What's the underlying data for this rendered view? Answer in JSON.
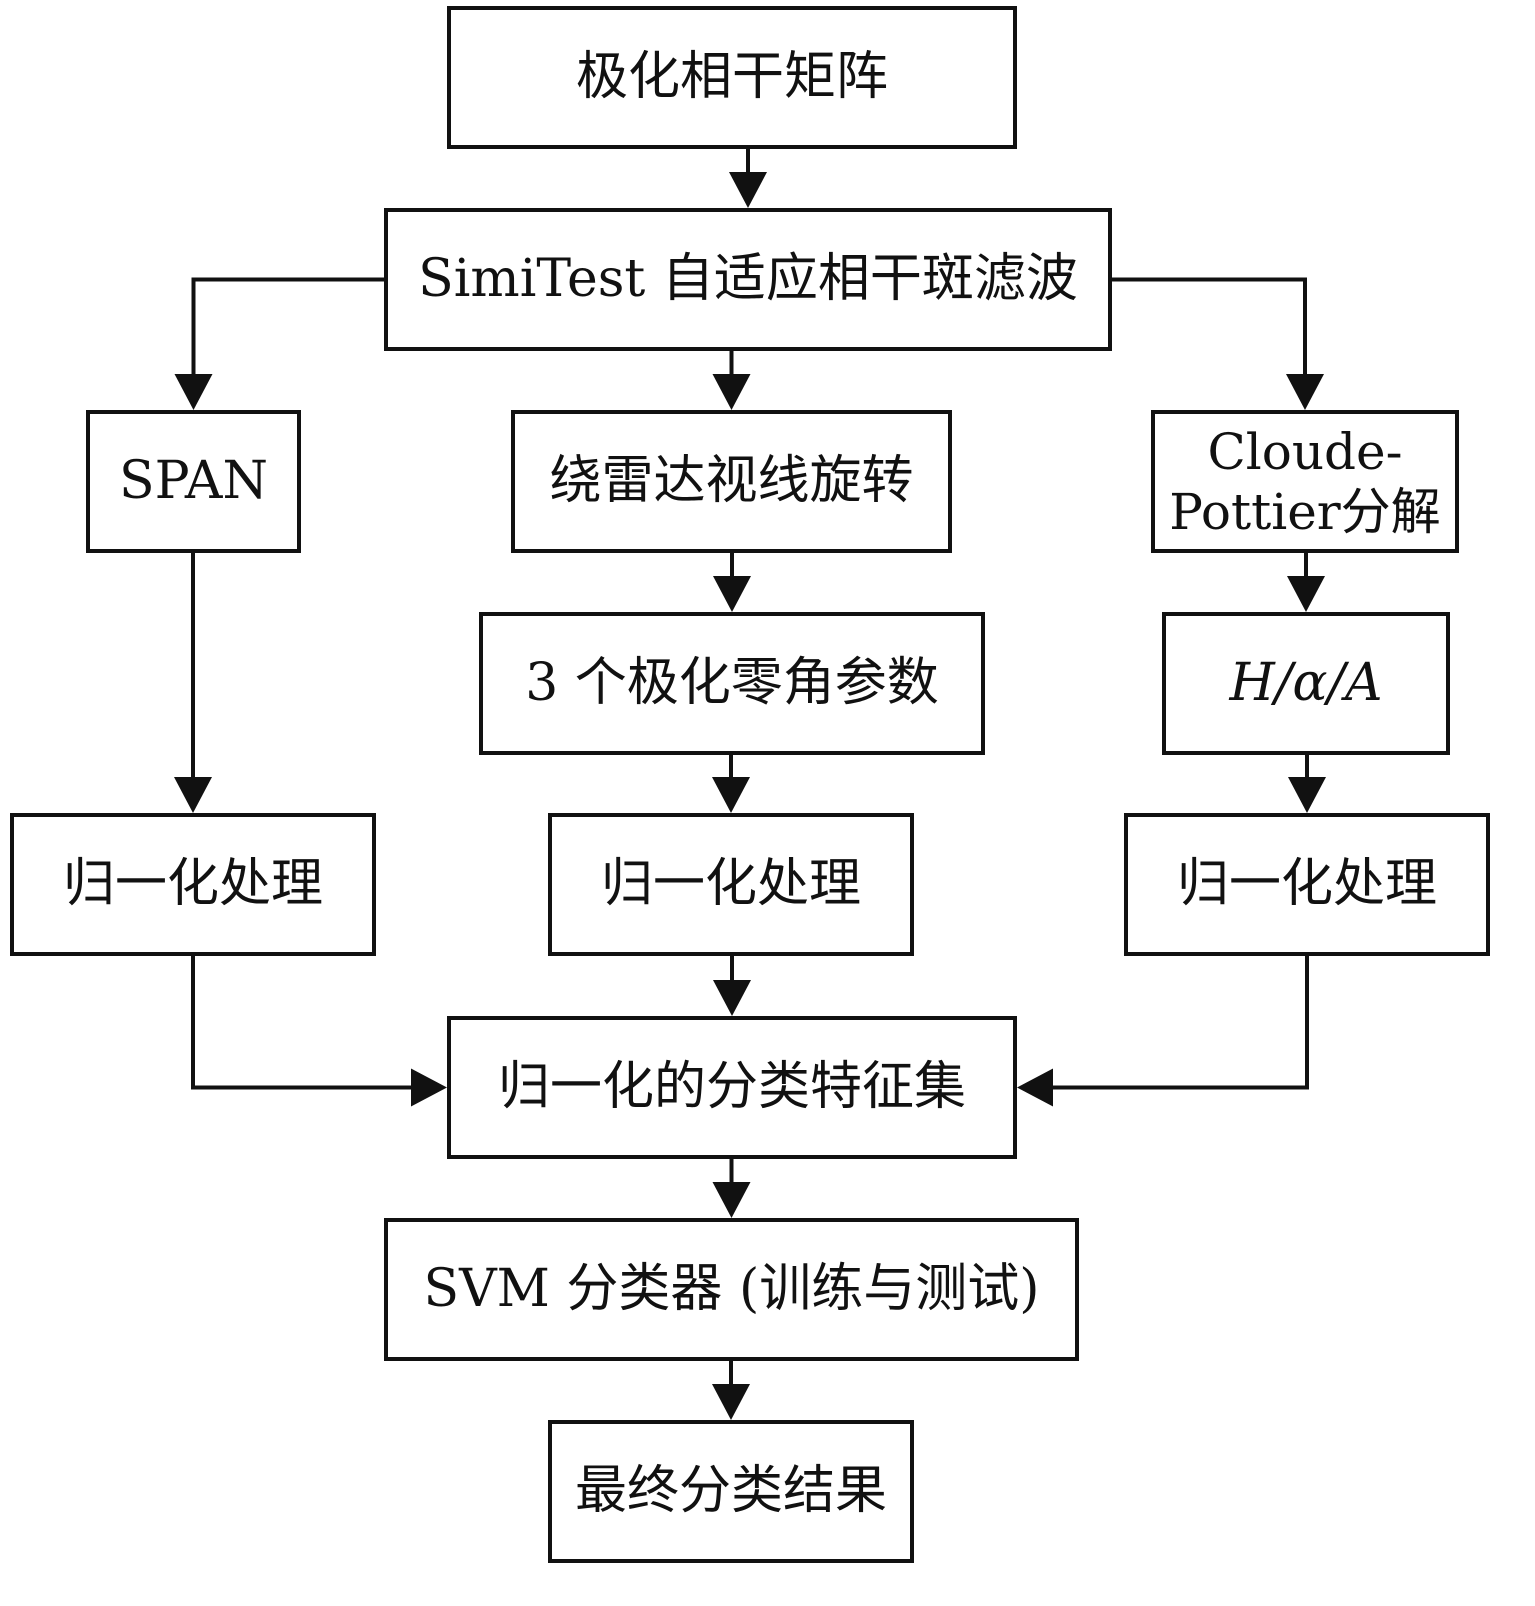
{
  "diagram": {
    "type": "flowchart",
    "line_color": "#111111",
    "nodes": [
      {
        "id": "coherency-matrix",
        "label": "极化相干矩阵"
      },
      {
        "id": "speckle-filter",
        "label": "SimiTest 自适应相干斑滤波"
      },
      {
        "id": "span",
        "label": "SPAN"
      },
      {
        "id": "rotation",
        "label": "绕雷达视线旋转"
      },
      {
        "id": "cloude-pottier",
        "label": "Cloude-\nPottier分解"
      },
      {
        "id": "null-angle-params",
        "label": "3 个极化零角参数"
      },
      {
        "id": "h-alpha-a",
        "label": "H/α/A"
      },
      {
        "id": "normalize-left",
        "label": "归一化处理"
      },
      {
        "id": "normalize-center",
        "label": "归一化处理"
      },
      {
        "id": "normalize-right",
        "label": "归一化处理"
      },
      {
        "id": "feature-set",
        "label": "归一化的分类特征集"
      },
      {
        "id": "svm",
        "label": "SVM 分类器 (训练与测试)"
      },
      {
        "id": "result",
        "label": "最终分类结果"
      }
    ],
    "edges": [
      {
        "from": "coherency-matrix",
        "to": "speckle-filter"
      },
      {
        "from": "speckle-filter",
        "to": "span"
      },
      {
        "from": "speckle-filter",
        "to": "rotation"
      },
      {
        "from": "speckle-filter",
        "to": "cloude-pottier"
      },
      {
        "from": "rotation",
        "to": "null-angle-params"
      },
      {
        "from": "cloude-pottier",
        "to": "h-alpha-a"
      },
      {
        "from": "span",
        "to": "normalize-left"
      },
      {
        "from": "null-angle-params",
        "to": "normalize-center"
      },
      {
        "from": "h-alpha-a",
        "to": "normalize-right"
      },
      {
        "from": "normalize-left",
        "to": "feature-set"
      },
      {
        "from": "normalize-center",
        "to": "feature-set"
      },
      {
        "from": "normalize-right",
        "to": "feature-set"
      },
      {
        "from": "feature-set",
        "to": "svm"
      },
      {
        "from": "svm",
        "to": "result"
      }
    ]
  }
}
